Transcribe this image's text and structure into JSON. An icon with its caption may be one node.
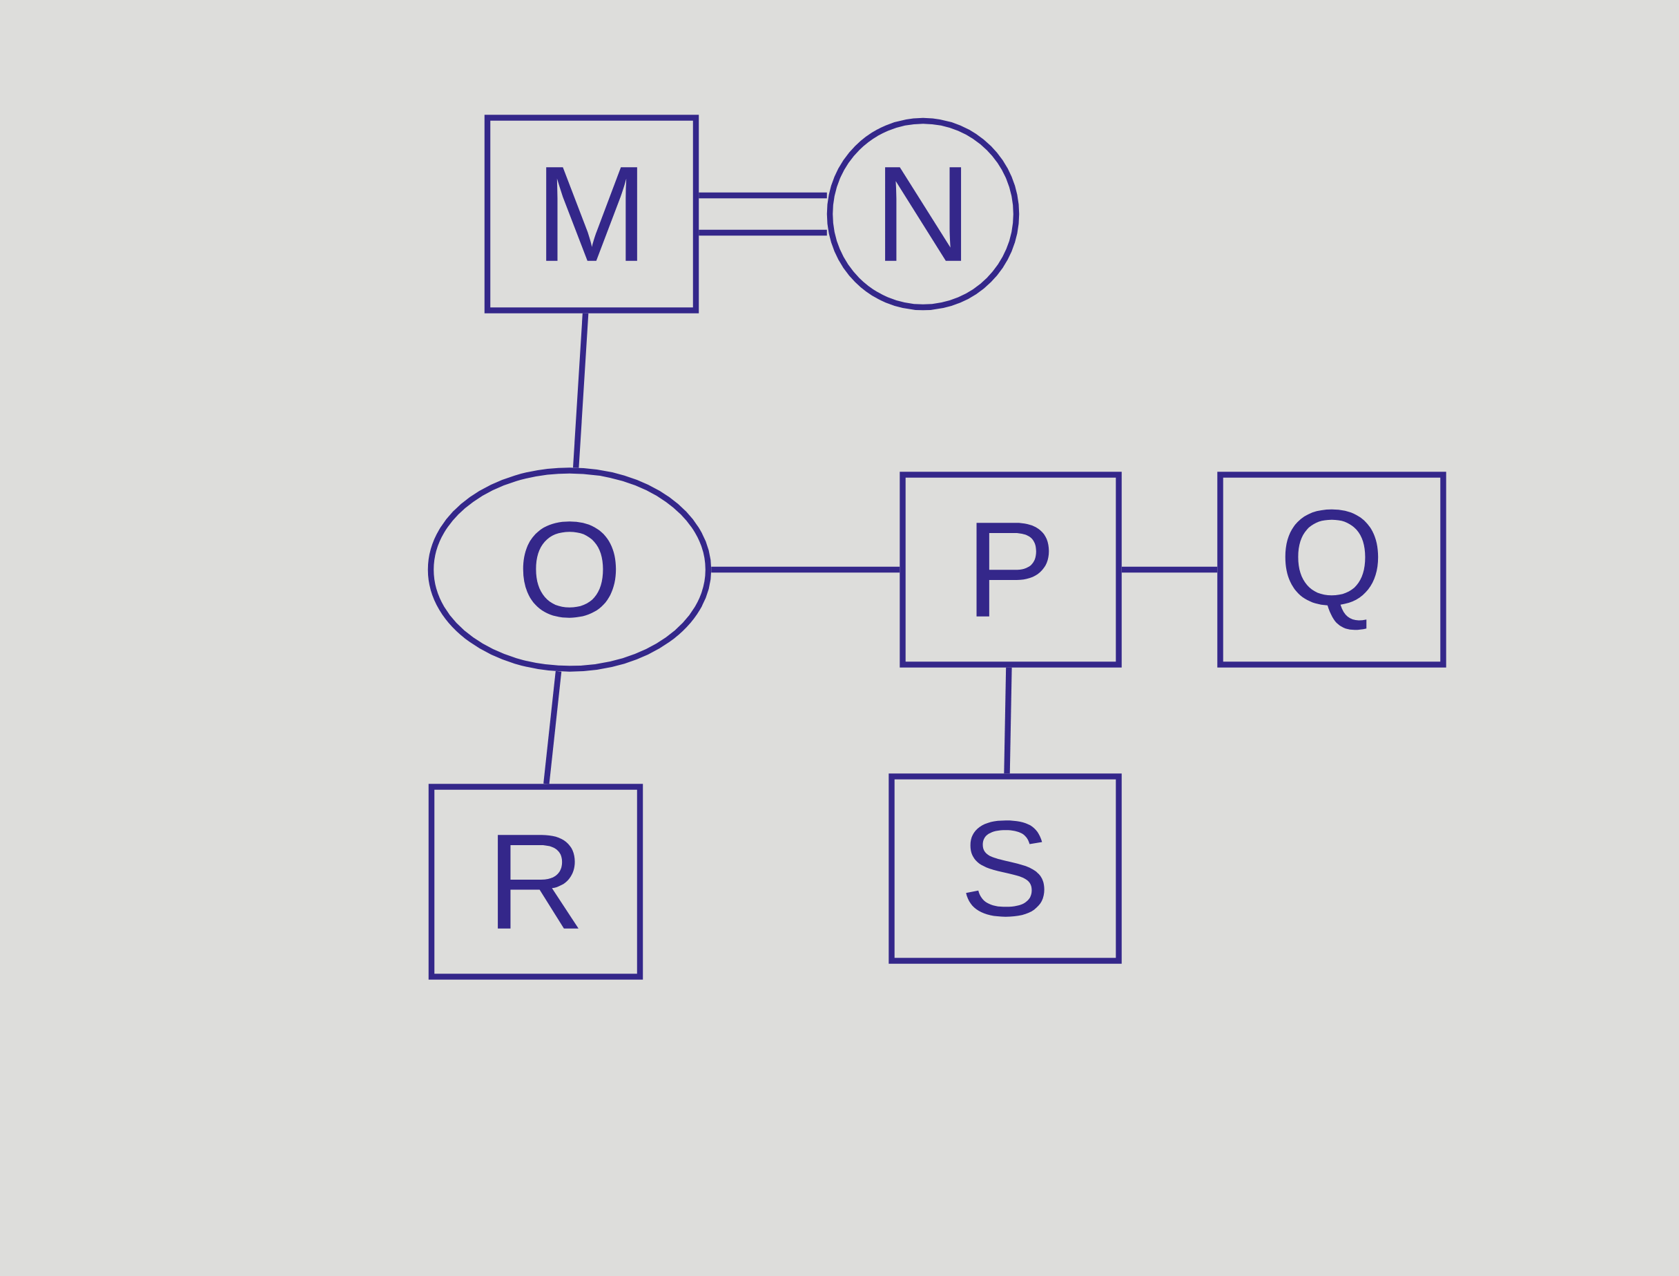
{
  "diagram": {
    "nodes": [
      {
        "text": [
          "M"
        ]
      },
      {
        "text": [
          "N"
        ]
      },
      {
        "text": [
          "O"
        ]
      },
      {
        "text": [
          "P"
        ]
      },
      {
        "text": [
          "Q"
        ]
      },
      {
        "text": [
          "R"
        ]
      },
      {
        "text": [
          "S"
        ]
      }
    ],
    "edges": [
      {
        "from": 0,
        "to": 1,
        "arrow": "none"
      },
      {
        "from": 0,
        "to": 1,
        "arrow": "none"
      },
      {
        "from": 0,
        "to": 2,
        "arrow": "none"
      },
      {
        "from": 2,
        "to": 3,
        "arrow": "none"
      },
      {
        "from": 3,
        "to": 4,
        "arrow": "none"
      },
      {
        "from": 2,
        "to": 5,
        "arrow": "none"
      },
      {
        "from": 3,
        "to": 6,
        "arrow": "none"
      }
    ]
  }
}
